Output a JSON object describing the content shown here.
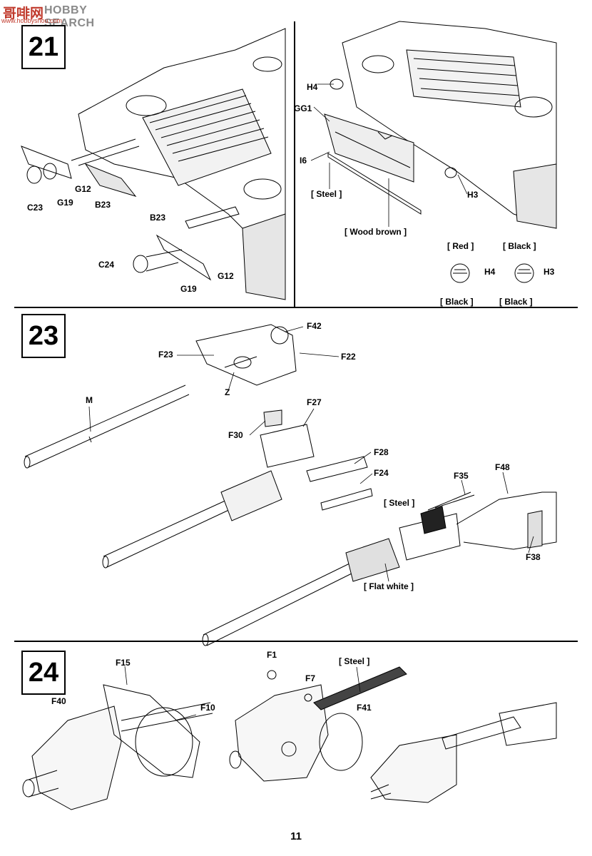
{
  "header": {
    "logo_cn": "哥啡网",
    "logo_en": "HOBBY SEARCH",
    "logo_url": "www.hobbyshou.com"
  },
  "steps": {
    "s21": "21",
    "s23": "23",
    "s24": "24"
  },
  "step21": {
    "left_labels": [
      "C23",
      "G19",
      "G12",
      "B23",
      "B23",
      "C24",
      "G19",
      "G12"
    ],
    "right_labels": [
      "H4",
      "GG1",
      "I6",
      "H3"
    ],
    "paint_steel": "[ Steel ]",
    "paint_wood": "[ Wood brown ]",
    "light_h4": {
      "top": "[ Red ]",
      "bottom": "[ Black ]",
      "part": "H4"
    },
    "light_h3": {
      "top": "[ Black ]",
      "bottom": "[ Black ]",
      "part": "H3"
    }
  },
  "step23": {
    "labels": [
      "F42",
      "F23",
      "F22",
      "Z",
      "M",
      "F27",
      "F30",
      "F28",
      "F24",
      "F35",
      "F48",
      "F38"
    ],
    "paint_steel": "[ Steel ]",
    "paint_flat_white": "[ Flat white ]"
  },
  "step24": {
    "labels": [
      "F15",
      "F40",
      "F10",
      "F1",
      "F7",
      "F41"
    ],
    "paint_steel": "[ Steel ]"
  },
  "page_number": "11"
}
